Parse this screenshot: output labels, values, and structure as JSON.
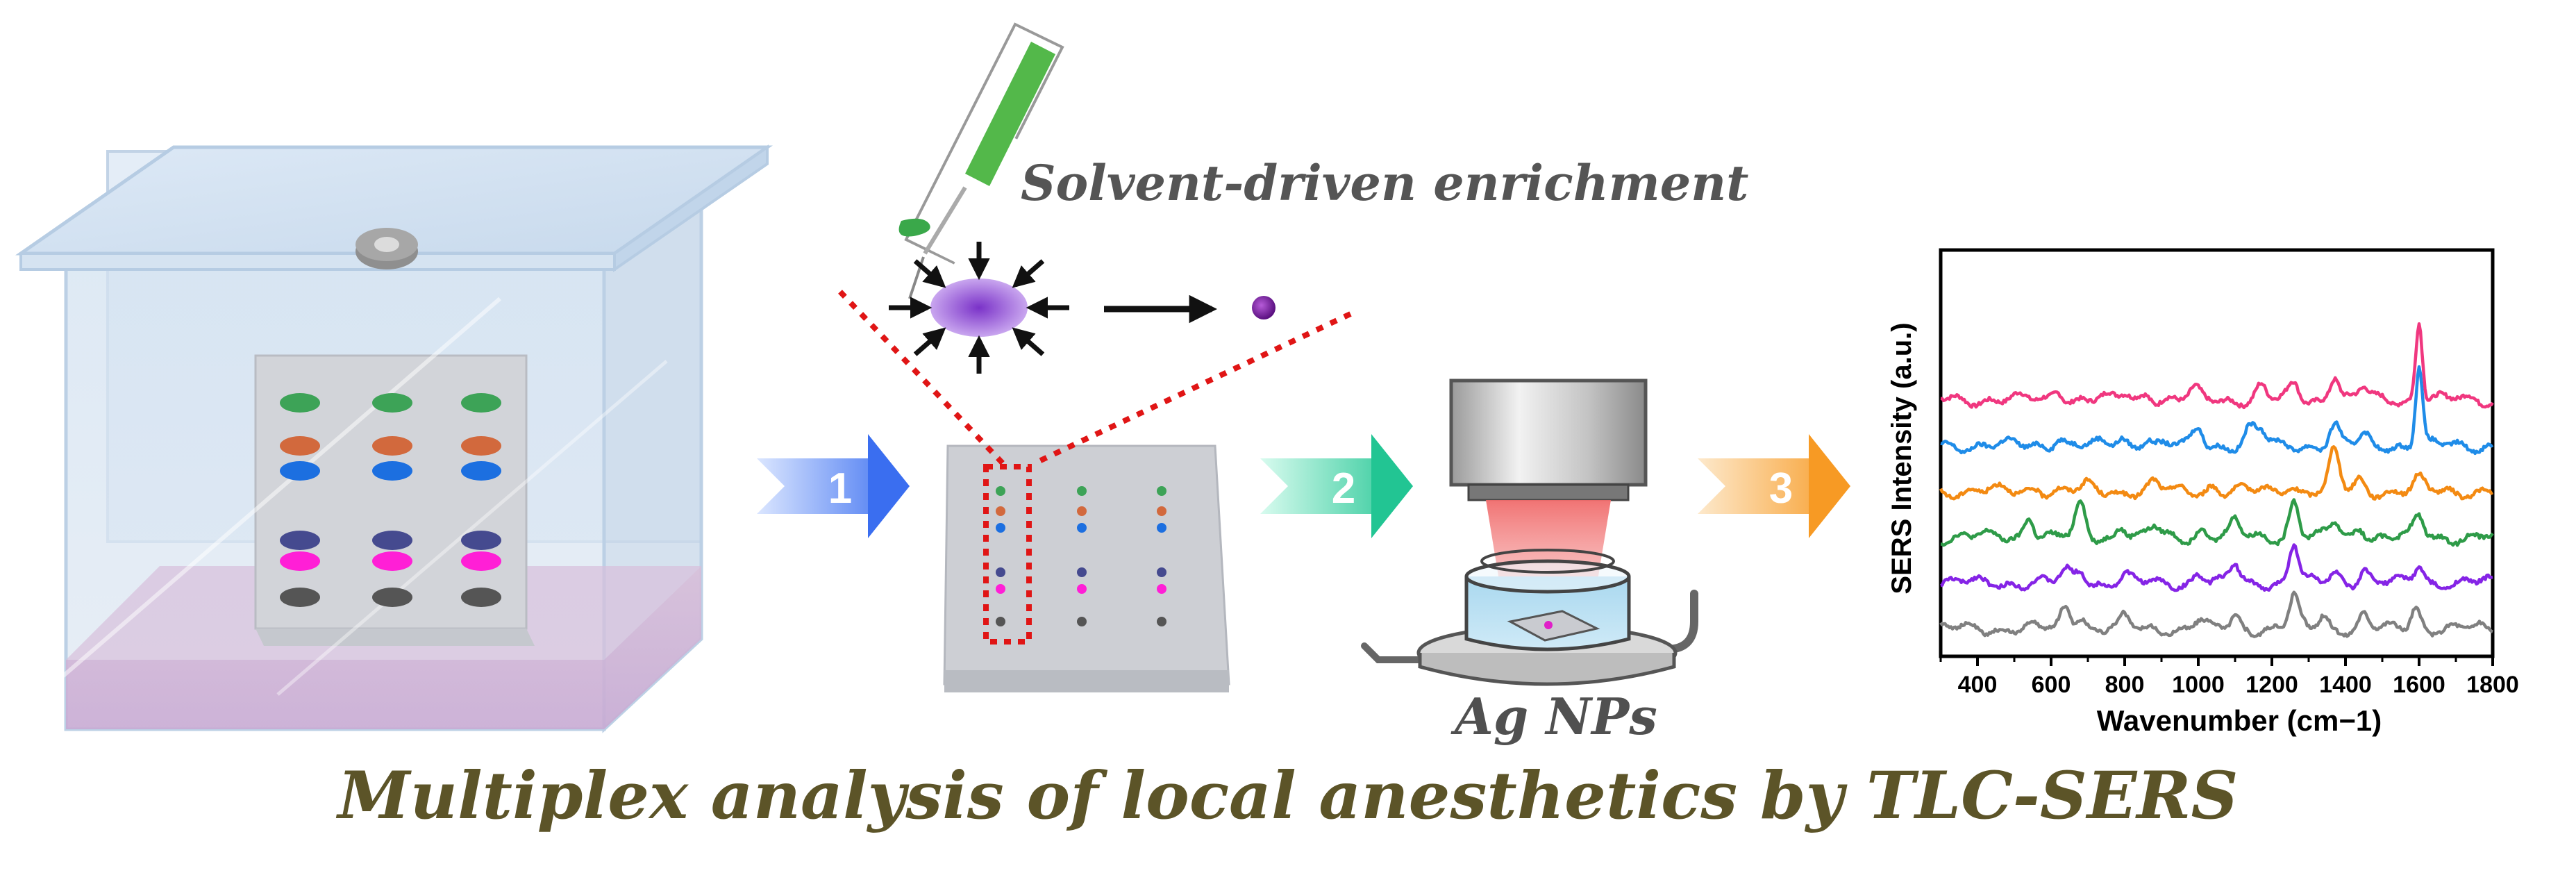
{
  "labels": {
    "enrichment": "Solvent-driven enrichment",
    "nanoparticles": "Ag NPs",
    "headline": "Multiplex analysis of  local anesthetics by TLC-SERS"
  },
  "steps": [
    "1",
    "2",
    "3"
  ],
  "colors": {
    "headline": "#5c5428",
    "enrichment_text": "#555555",
    "step1": "#4f7ef0",
    "step2": "#3ecfa0",
    "step3": "#f7a23a",
    "dot_green": "#3da357",
    "dot_orange": "#d2693d",
    "dot_blue": "#1c6fe0",
    "dot_indigo": "#454a8f",
    "dot_magenta": "#ff1fd6",
    "dot_gray": "#555555",
    "red_dotted": "#e01515"
  },
  "chart_data": {
    "type": "line",
    "xlabel": "Wavenumber (cm−1)",
    "ylabel": "SERS Intensity (a.u.)",
    "xlim": [
      300,
      1800
    ],
    "x_ticks": [
      "400",
      "600",
      "800",
      "1000",
      "1200",
      "1400",
      "1600",
      "1800"
    ],
    "y_ticks": "none",
    "grid": false,
    "legend": "none",
    "series": [
      {
        "color": "#f0377f",
        "offset": 5,
        "peaks": [
          [
            620,
            0.35
          ],
          [
            800,
            0.2
          ],
          [
            860,
            0.25
          ],
          [
            990,
            0.25
          ],
          [
            1170,
            0.4
          ],
          [
            1260,
            0.45
          ],
          [
            1370,
            0.8
          ],
          [
            1450,
            0.35
          ],
          [
            1600,
            2.5
          ]
        ]
      },
      {
        "color": "#1f8ce8",
        "offset": 4,
        "peaks": [
          [
            620,
            0.3
          ],
          [
            790,
            0.25
          ],
          [
            860,
            0.3
          ],
          [
            1000,
            0.55
          ],
          [
            1140,
            0.5
          ],
          [
            1170,
            0.45
          ],
          [
            1370,
            0.6
          ],
          [
            1450,
            0.3
          ],
          [
            1600,
            2.5
          ]
        ]
      },
      {
        "color": "#f38a12",
        "offset": 3,
        "peaks": [
          [
            560,
            0.15
          ],
          [
            700,
            0.15
          ],
          [
            880,
            0.25
          ],
          [
            1040,
            0.2
          ],
          [
            1250,
            0.2
          ],
          [
            1370,
            1.25
          ],
          [
            1440,
            0.35
          ],
          [
            1600,
            0.35
          ]
        ]
      },
      {
        "color": "#2e9b48",
        "offset": 2,
        "peaks": [
          [
            540,
            0.7
          ],
          [
            680,
            1.0
          ],
          [
            790,
            0.4
          ],
          [
            880,
            0.3
          ],
          [
            1010,
            0.3
          ],
          [
            1100,
            0.45
          ],
          [
            1260,
            1.15
          ],
          [
            1370,
            0.45
          ],
          [
            1440,
            0.35
          ],
          [
            1600,
            0.6
          ]
        ]
      },
      {
        "color": "#8524e6",
        "offset": 1,
        "peaks": [
          [
            640,
            0.35
          ],
          [
            680,
            0.45
          ],
          [
            800,
            0.2
          ],
          [
            1000,
            0.3
          ],
          [
            1100,
            0.55
          ],
          [
            1260,
            1.2
          ],
          [
            1370,
            0.35
          ],
          [
            1450,
            0.45
          ],
          [
            1600,
            0.55
          ]
        ]
      },
      {
        "color": "#808080",
        "offset": 0,
        "peaks": [
          [
            640,
            0.7
          ],
          [
            680,
            0.45
          ],
          [
            800,
            0.3
          ],
          [
            1000,
            0.25
          ],
          [
            1100,
            0.4
          ],
          [
            1260,
            0.95
          ],
          [
            1340,
            0.45
          ],
          [
            1450,
            0.4
          ],
          [
            1590,
            0.7
          ]
        ]
      }
    ]
  }
}
